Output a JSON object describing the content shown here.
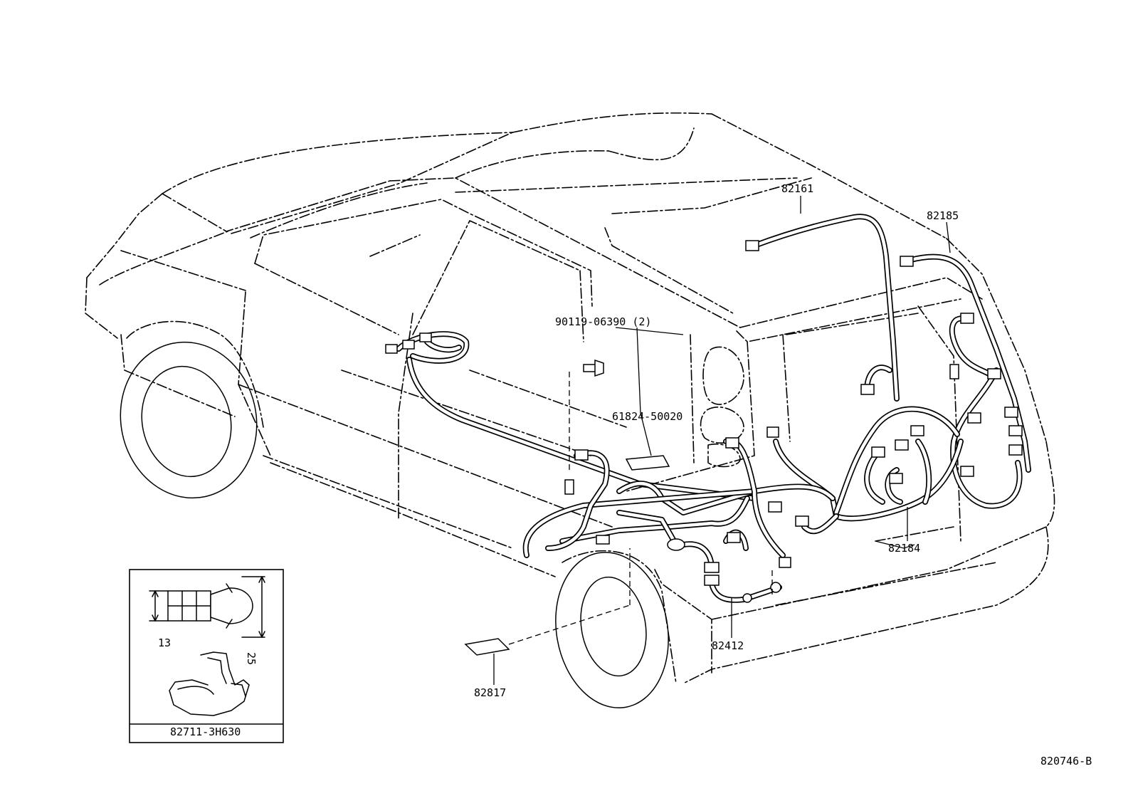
{
  "callouts": {
    "p82161": "82161",
    "p82185": "82185",
    "p90119": "90119-06390 (2)",
    "p61824": "61824-50020",
    "p82184": "82184",
    "p82412": "82412",
    "p82817": "82817"
  },
  "inset": {
    "dim_13": "13",
    "dim_25": "25",
    "part": "82711-3H630"
  },
  "figure_code": "820746-B"
}
